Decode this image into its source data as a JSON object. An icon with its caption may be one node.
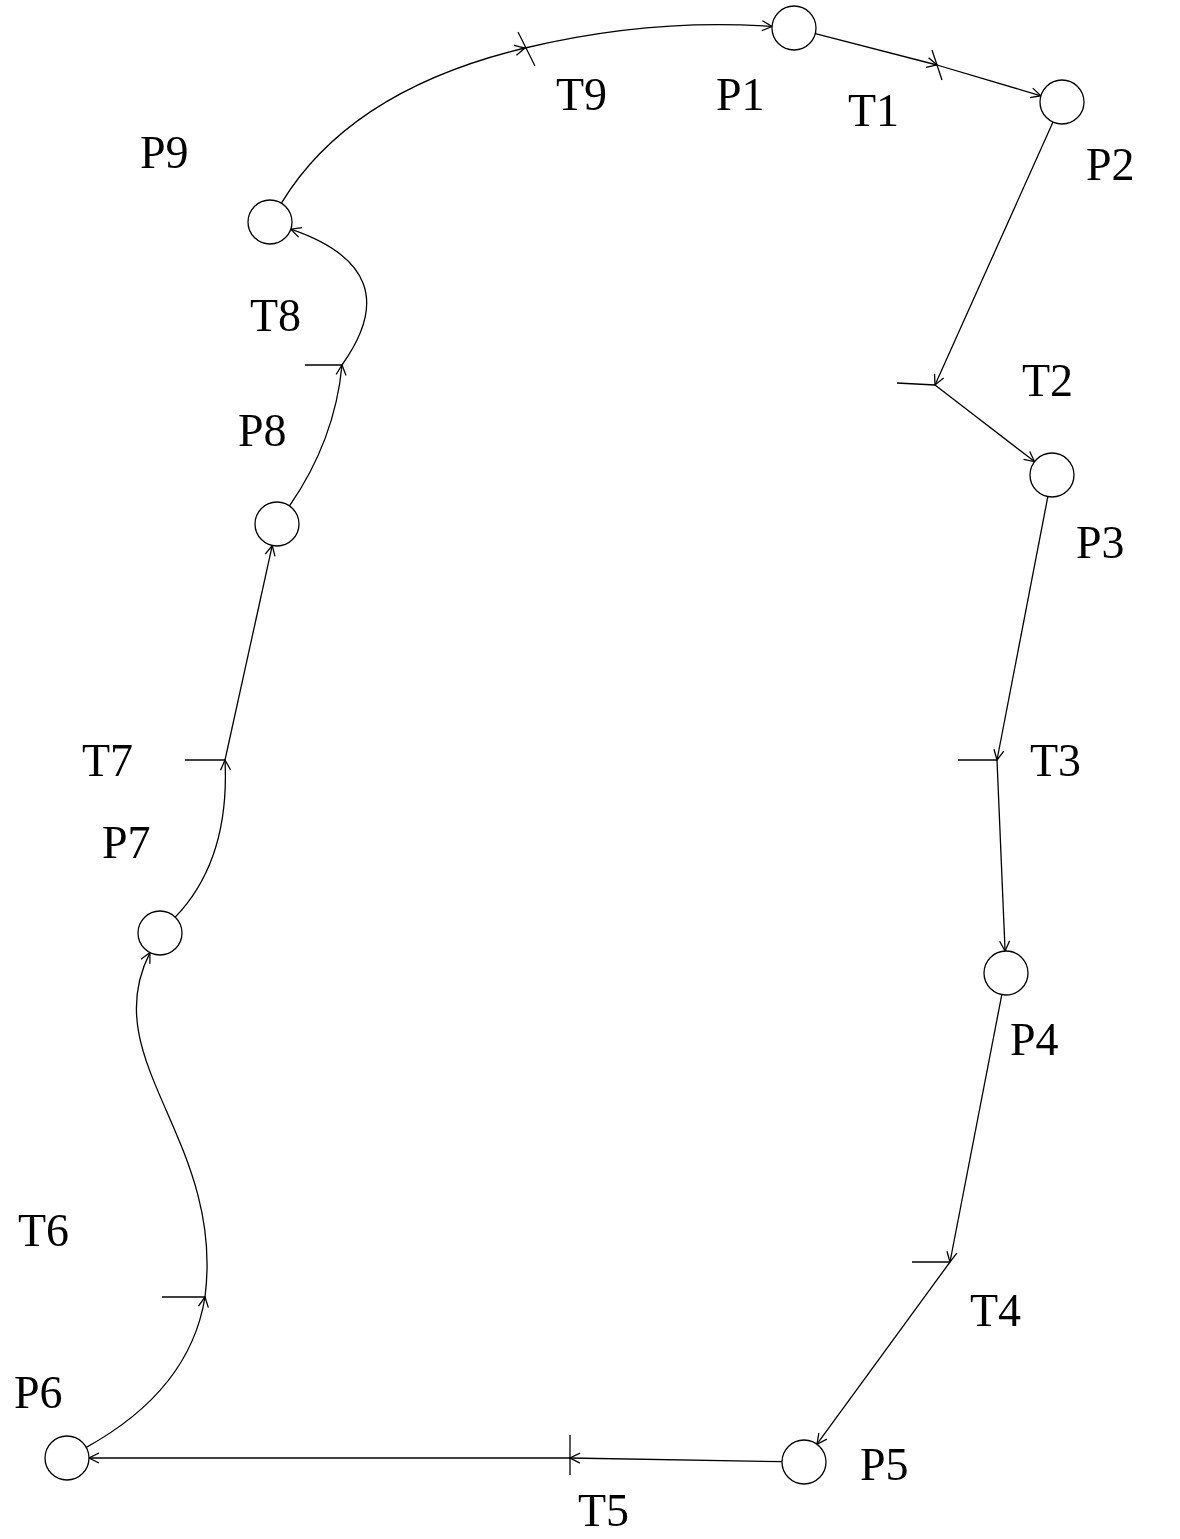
{
  "diagram": {
    "nodes": [
      {
        "text": [],
        "shape": "circle",
        "beside": [
          "P1"
        ]
      },
      {
        "text": [],
        "shape": "circle",
        "beside": [
          "P2"
        ]
      },
      {
        "text": [],
        "shape": "circle",
        "beside": [
          "P3"
        ]
      },
      {
        "text": [],
        "shape": "circle",
        "beside": [
          "P4"
        ]
      },
      {
        "text": [],
        "shape": "circle",
        "beside": [
          "P5"
        ]
      },
      {
        "text": [],
        "shape": "circle",
        "beside": [
          "P6"
        ]
      },
      {
        "text": [],
        "shape": "circle",
        "beside": [
          "P7"
        ]
      },
      {
        "text": [],
        "shape": "circle",
        "beside": [
          "P8"
        ]
      },
      {
        "text": [],
        "shape": "circle",
        "beside": [
          "P9"
        ]
      },
      {
        "text": [],
        "shape": "bar",
        "beside": [
          "T1"
        ]
      },
      {
        "text": [],
        "shape": "bar",
        "beside": [
          "T2"
        ]
      },
      {
        "text": [],
        "shape": "bar",
        "beside": [
          "T3"
        ]
      },
      {
        "text": [],
        "shape": "bar",
        "beside": [
          "T4"
        ]
      },
      {
        "text": [],
        "shape": "bar",
        "beside": [
          "T5"
        ]
      },
      {
        "text": [],
        "shape": "bar",
        "beside": [
          "T6"
        ]
      },
      {
        "text": [],
        "shape": "bar",
        "beside": [
          "T7"
        ]
      },
      {
        "text": [],
        "shape": "bar",
        "beside": [
          "T8"
        ]
      },
      {
        "text": [],
        "shape": "bar",
        "beside": [
          "T9"
        ]
      }
    ],
    "edges": [
      {
        "from": 0,
        "to": 9,
        "arrow": "to"
      },
      {
        "from": 9,
        "to": 1,
        "arrow": "to"
      },
      {
        "from": 1,
        "to": 10,
        "arrow": "to"
      },
      {
        "from": 10,
        "to": 2,
        "arrow": "to"
      },
      {
        "from": 2,
        "to": 11,
        "arrow": "to"
      },
      {
        "from": 11,
        "to": 3,
        "arrow": "to"
      },
      {
        "from": 3,
        "to": 12,
        "arrow": "to"
      },
      {
        "from": 12,
        "to": 4,
        "arrow": "to"
      },
      {
        "from": 4,
        "to": 13,
        "arrow": "to"
      },
      {
        "from": 13,
        "to": 5,
        "arrow": "to"
      },
      {
        "from": 5,
        "to": 14,
        "arrow": "to"
      },
      {
        "from": 14,
        "to": 6,
        "arrow": "to"
      },
      {
        "from": 6,
        "to": 15,
        "arrow": "to"
      },
      {
        "from": 15,
        "to": 7,
        "arrow": "to"
      },
      {
        "from": 7,
        "to": 16,
        "arrow": "to"
      },
      {
        "from": 16,
        "to": 8,
        "arrow": "to"
      },
      {
        "from": 8,
        "to": 17,
        "arrow": "to"
      },
      {
        "from": 17,
        "to": 0,
        "arrow": "to"
      }
    ]
  }
}
